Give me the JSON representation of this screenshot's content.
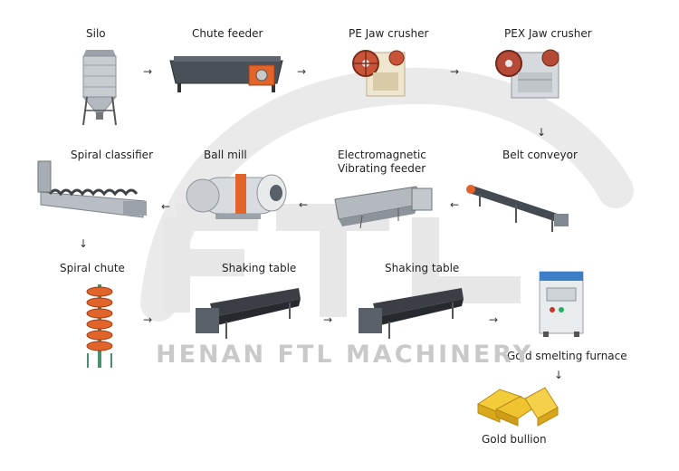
{
  "watermark": {
    "text": "HENAN FTL MACHINERY",
    "logo_text": "FTL",
    "color": "#c8c8c8"
  },
  "steps": [
    {
      "id": "silo",
      "label": "Silo",
      "icon": "silo-icon"
    },
    {
      "id": "chute-feeder",
      "label": "Chute feeder",
      "icon": "chute-feeder-icon"
    },
    {
      "id": "pe-jaw-crusher",
      "label": "PE Jaw crusher",
      "icon": "jaw-crusher-icon"
    },
    {
      "id": "pex-jaw-crusher",
      "label": "PEX Jaw crusher",
      "icon": "jaw-crusher-icon"
    },
    {
      "id": "belt-conveyor",
      "label": "Belt conveyor",
      "icon": "belt-conveyor-icon"
    },
    {
      "id": "vibrating-feeder",
      "label_line1": "Electromagnetic",
      "label_line2": "Vibrating feeder",
      "icon": "vibrating-feeder-icon"
    },
    {
      "id": "ball-mill",
      "label": "Ball mill",
      "icon": "ball-mill-icon"
    },
    {
      "id": "spiral-classifier",
      "label": "Spiral classifier",
      "icon": "spiral-classifier-icon"
    },
    {
      "id": "spiral-chute",
      "label": "Spiral chute",
      "icon": "spiral-chute-icon"
    },
    {
      "id": "shaking-table-1",
      "label": "Shaking table",
      "icon": "shaking-table-icon"
    },
    {
      "id": "shaking-table-2",
      "label": "Shaking table",
      "icon": "shaking-table-icon"
    },
    {
      "id": "smelting-furnace",
      "label": "Gold smelting furnace",
      "icon": "smelting-furnace-icon"
    },
    {
      "id": "gold-bullion",
      "label": "Gold bullion",
      "icon": "gold-bullion-icon"
    }
  ],
  "arrows": {
    "right": "→",
    "left": "←",
    "down": "↓"
  },
  "colors": {
    "steel": "#b9bec4",
    "orange": "#e2642b",
    "gold": "#e8b820",
    "machine_dark": "#3b3f45",
    "cream": "#efe6cf",
    "furnace_blue": "#3c7fc7"
  }
}
